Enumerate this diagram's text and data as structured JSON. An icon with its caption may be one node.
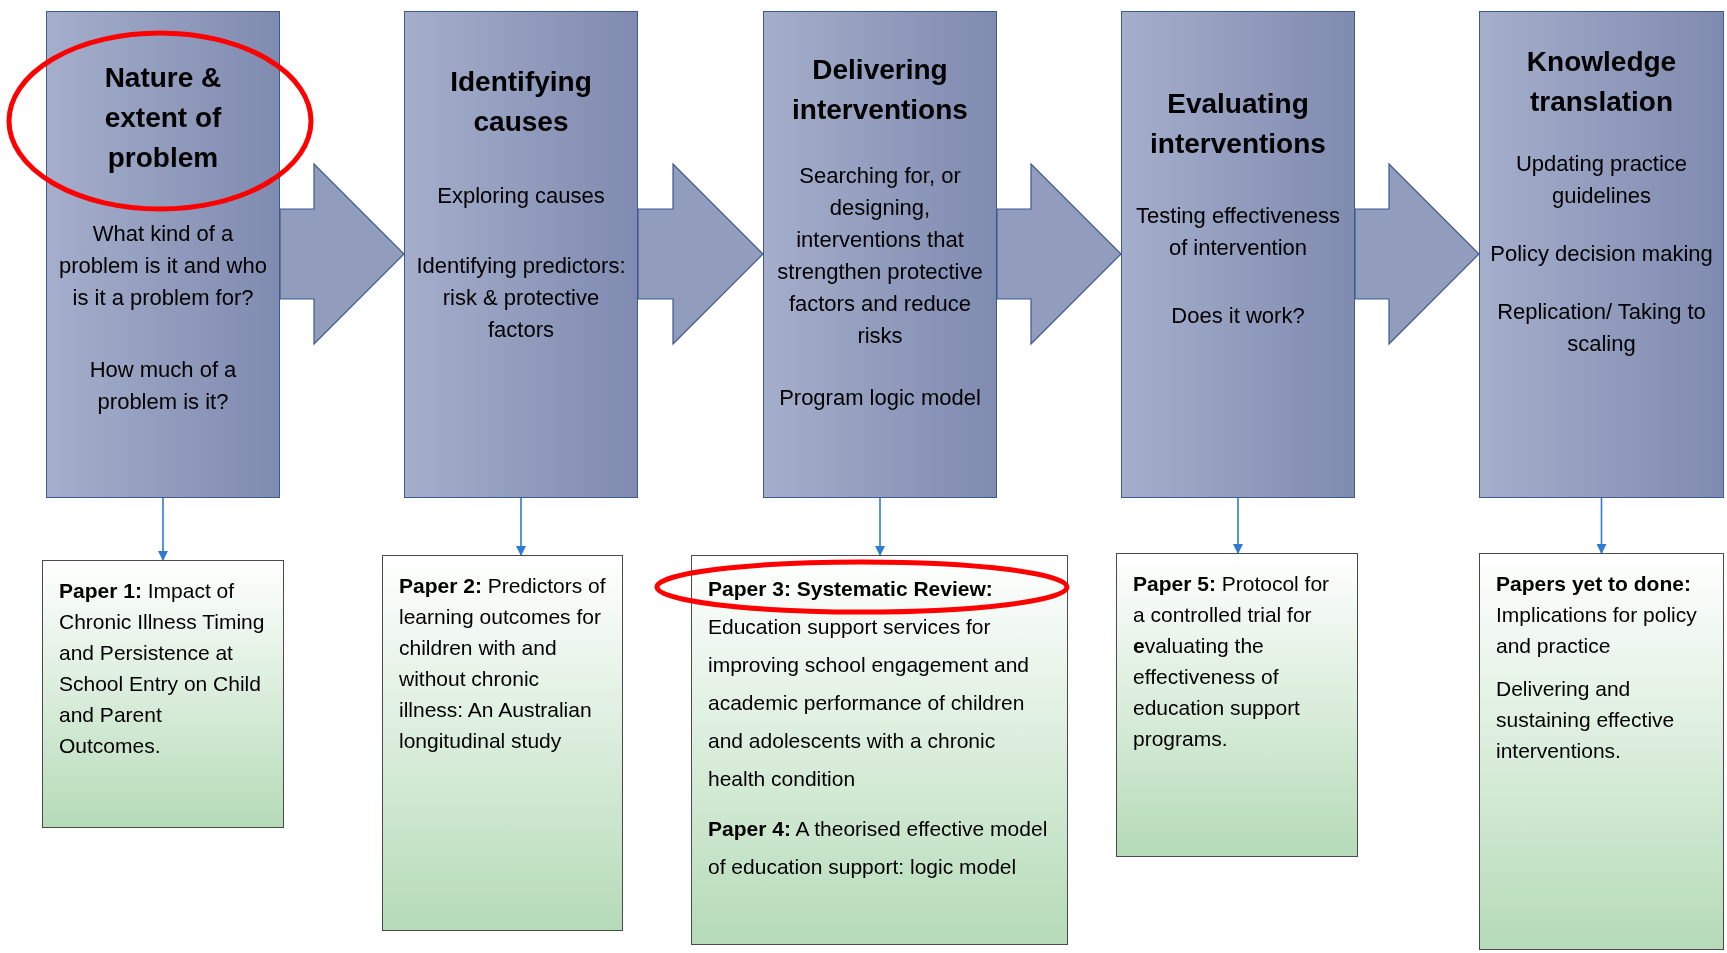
{
  "diagram": {
    "nodes": [
      {
        "text": [
          "Nature & extent of problem",
          "What kind of a problem is it and who is it a problem for?",
          "How much of  a problem is it?"
        ]
      },
      {
        "text": [
          "Identifying causes",
          "Exploring causes",
          "Identifying predictors: risk & protective factors"
        ]
      },
      {
        "text": [
          "Delivering interventions",
          "Searching for, or designing, interventions that strengthen protective factors and reduce risks",
          "Program logic model"
        ]
      },
      {
        "text": [
          "Evaluating interventions",
          "Testing effectiveness of intervention",
          "Does it work?"
        ]
      },
      {
        "text": [
          "Knowledge translation",
          "Updating practice guidelines",
          "Policy decision making",
          "Replication/ Taking to scaling"
        ]
      },
      {
        "text": [
          "**Paper 1:** Impact of Chronic Illness Timing and Persistence at School Entry on Child and Parent Outcomes."
        ]
      },
      {
        "text": [
          "**Paper 2:** Predictors of learning outcomes for children with and without chronic illness: An Australian longitudinal study"
        ]
      },
      {
        "text": [
          "**Paper 3: Systematic Review:** Education support services for improving school engagement and academic performance of children and adolescents with a chronic health condition",
          "**Paper 4:** A theorised effective model of education support: logic model"
        ]
      },
      {
        "text": [
          "**Paper 5:** Protocol for a controlled trial for **e**valuating the effectiveness of education support programs."
        ]
      },
      {
        "text": [
          "**Papers yet to done:** Implications for policy and practice",
          "Delivering and sustaining effective interventions."
        ]
      }
    ],
    "edges": [
      {
        "from": 0,
        "to": 1,
        "arrow": "to",
        "style": "thick",
        "color": "#7f8bb0"
      },
      {
        "from": 1,
        "to": 2,
        "arrow": "to",
        "style": "thick",
        "color": "#7f8bb0"
      },
      {
        "from": 2,
        "to": 3,
        "arrow": "to",
        "style": "thick",
        "color": "#7f8bb0"
      },
      {
        "from": 3,
        "to": 4,
        "arrow": "to",
        "style": "thick",
        "color": "#7f8bb0"
      },
      {
        "from": 0,
        "to": 5,
        "arrow": "to"
      },
      {
        "from": 1,
        "to": 6,
        "arrow": "to"
      },
      {
        "from": 2,
        "to": 7,
        "arrow": "to"
      },
      {
        "from": 3,
        "to": 8,
        "arrow": "to"
      },
      {
        "from": 4,
        "to": 9,
        "arrow": "to"
      }
    ]
  }
}
